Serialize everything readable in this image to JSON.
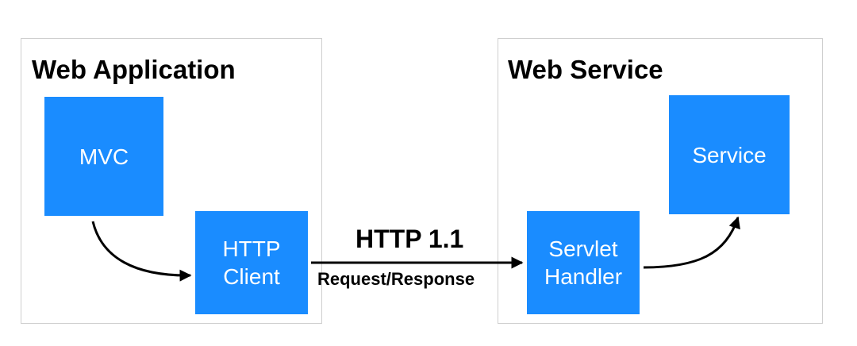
{
  "web_application": {
    "title": "Web Application",
    "mvc_label": "MVC",
    "http_client_label": [
      "HTTP",
      "Client"
    ]
  },
  "web_service": {
    "title": "Web Service",
    "service_label": "Service",
    "servlet_handler_label": [
      "Servlet",
      "Handler"
    ]
  },
  "protocol": {
    "name": "HTTP 1.1",
    "subtitle": "Request/Response"
  },
  "colors": {
    "box_fill": "#1a8cff",
    "box_text": "#ffffff",
    "panel_border": "#cfcfcf",
    "arrow": "#000000"
  }
}
